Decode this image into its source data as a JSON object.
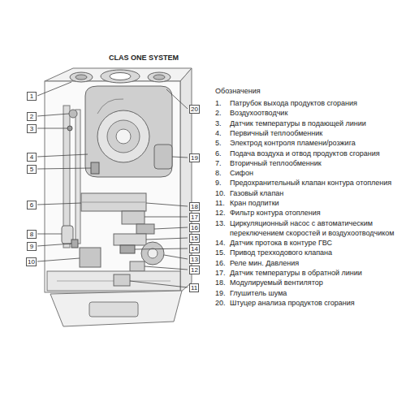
{
  "diagram": {
    "title": "CLAS ONE SYSTEM",
    "labels": [
      "Обозначения",
      "1.",
      "Патрубок выхода продуктов сгорания",
      "2.",
      "Воздухоотводчик",
      "3.",
      "Датчик температуры в подающей линии",
      "4.",
      "Первичный теплообменник",
      "5.",
      "Электрод контроля пламени/розжига",
      "6.",
      "Подача воздуха и отвод продуктов сгорания",
      "7.",
      "Вторичный теплообменник",
      "8.",
      "Сифон",
      "9.",
      "Предохранительный клапан контура отопления",
      "10.",
      "Газовый клапан",
      "11.",
      "Кран подпитки",
      "12.",
      "Фильтр контура отопления",
      "13.",
      "Циркуляционный насос с автоматическим переключением скоростей и воздухоотводчиком",
      "14.",
      "Датчик протока в контуре ГВС",
      "15.",
      "Привод трехходового клапана",
      "16.",
      "Реле мин. Давления",
      "17.",
      "Датчик температуры в обратной линии",
      "18.",
      "Модулируемый вентилятор",
      "19.",
      "Глушитель шума",
      "20.",
      "Штуцер анализа продуктов сгорания",
      "1",
      "2",
      "3",
      "4",
      "5",
      "6",
      "8",
      "9",
      "10",
      "20",
      "19",
      "18",
      "17",
      "16",
      "15",
      "14",
      "13",
      "12",
      "11"
    ]
  }
}
